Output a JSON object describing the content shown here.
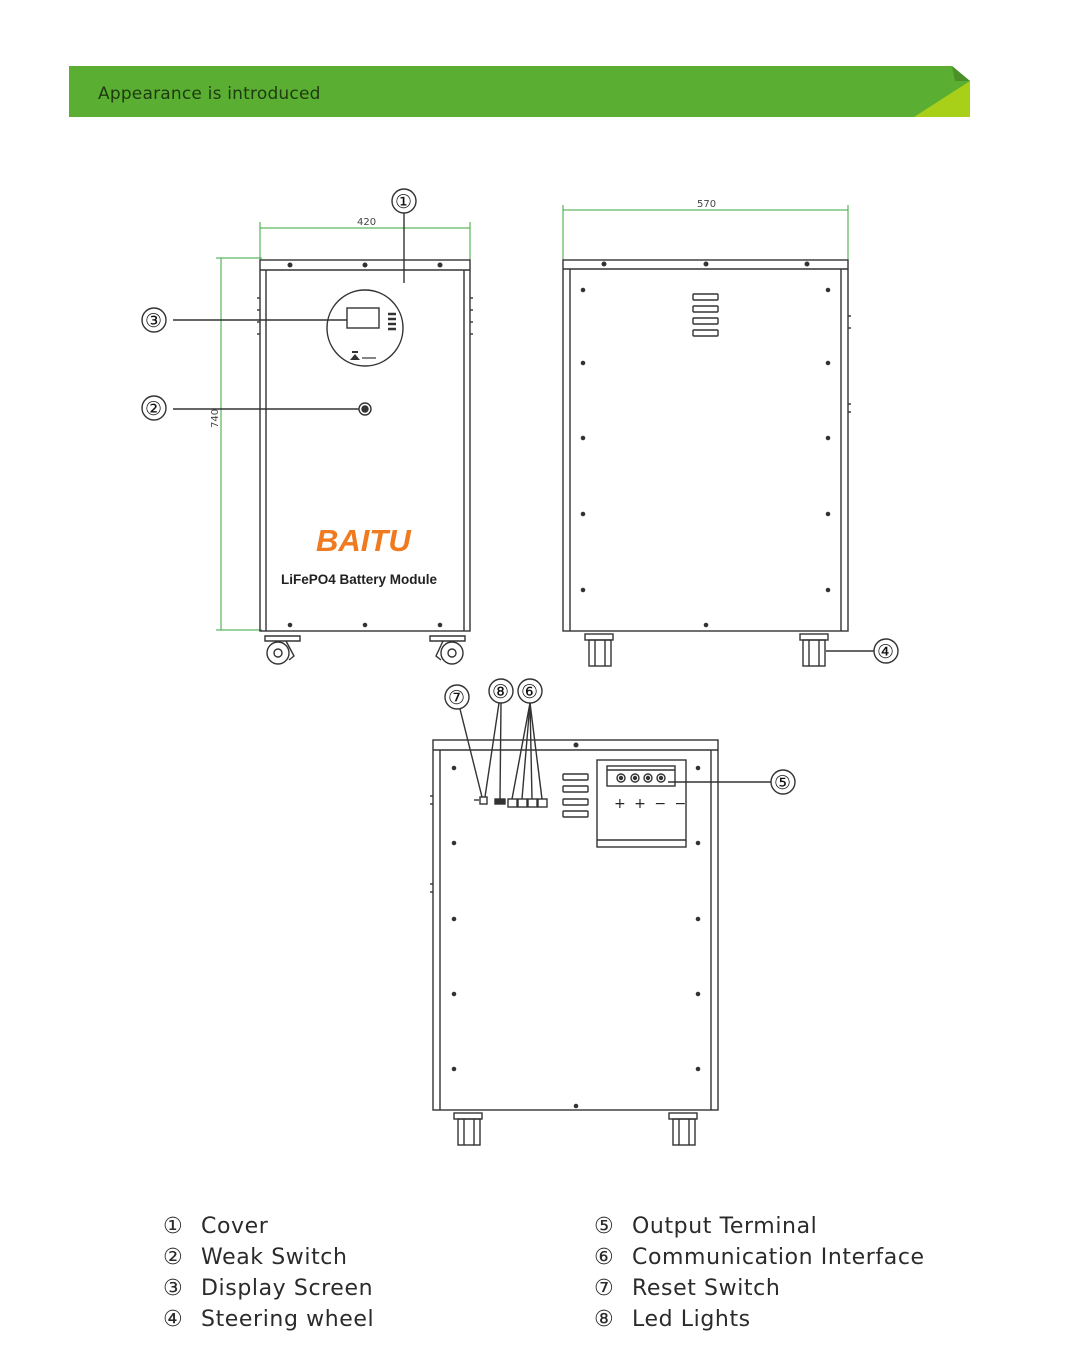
{
  "header": {
    "title": "Appearance is introduced",
    "bar_color": "#5aae32",
    "accent_color": "#a8d018"
  },
  "drawing": {
    "brand": "BAITU",
    "brand_color": "#f07a20",
    "product": "LiFePO4 Battery Module",
    "dims": {
      "width": "420",
      "depth": "570",
      "height": "740"
    },
    "polarity": "+ + − −",
    "callouts": {
      "c1": "①",
      "c2": "②",
      "c3": "③",
      "c4": "④",
      "c5": "⑤",
      "c6": "⑥",
      "c7": "⑦",
      "c8": "⑧"
    }
  },
  "legend": {
    "left": [
      {
        "num": "①",
        "label": "Cover"
      },
      {
        "num": "②",
        "label": "Weak Switch"
      },
      {
        "num": "③",
        "label": "Display Screen"
      },
      {
        "num": "④",
        "label": "Steering wheel"
      }
    ],
    "right": [
      {
        "num": "⑤",
        "label": "Output Terminal"
      },
      {
        "num": "⑥",
        "label": "Communication Interface"
      },
      {
        "num": "⑦",
        "label": "Reset Switch"
      },
      {
        "num": "⑧",
        "label": "Led Lights"
      }
    ]
  }
}
